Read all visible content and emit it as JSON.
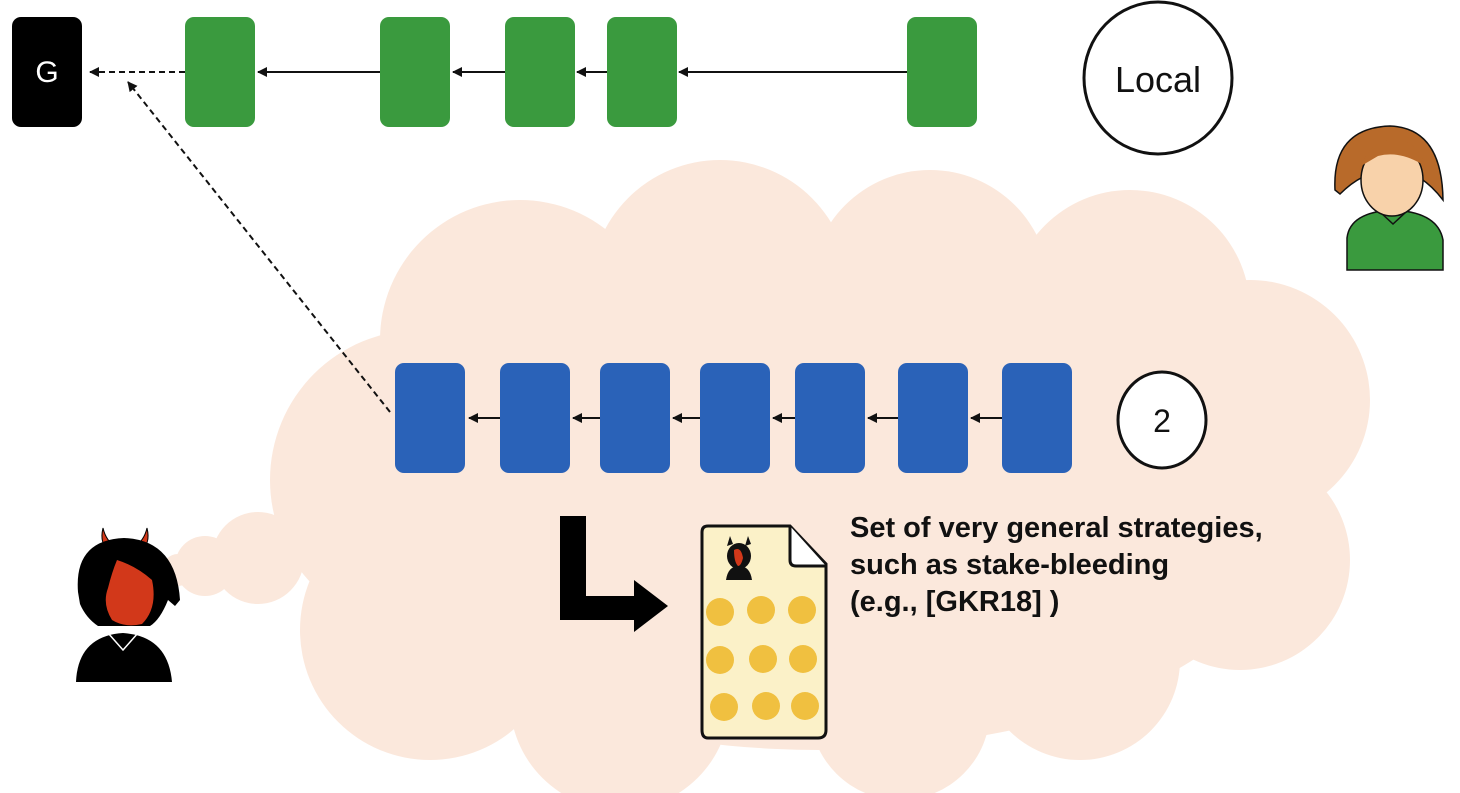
{
  "genesis": {
    "label": "G"
  },
  "local_chain": {
    "badge": "Local",
    "block_count": 5
  },
  "adversary_chain": {
    "badge": "2",
    "block_count": 7
  },
  "strategy_note": {
    "lines": [
      "Set of very general strategies,",
      "such as stake-bleeding",
      "(e.g., [GKR18] )"
    ]
  },
  "colors": {
    "honest_block": "#3a9a3e",
    "adversary_block": "#2a62b8",
    "genesis_block": "#000000",
    "cloud": "#fbe8dc",
    "coin": "#f0c040",
    "document": "#fbf1c8",
    "devil": "#d2381a",
    "user_hair": "#b86a2a",
    "user_shirt": "#3a9a3e"
  },
  "icons": [
    "user-icon",
    "adversary-devil-icon",
    "strategy-document-icon",
    "corner-arrow-icon"
  ]
}
